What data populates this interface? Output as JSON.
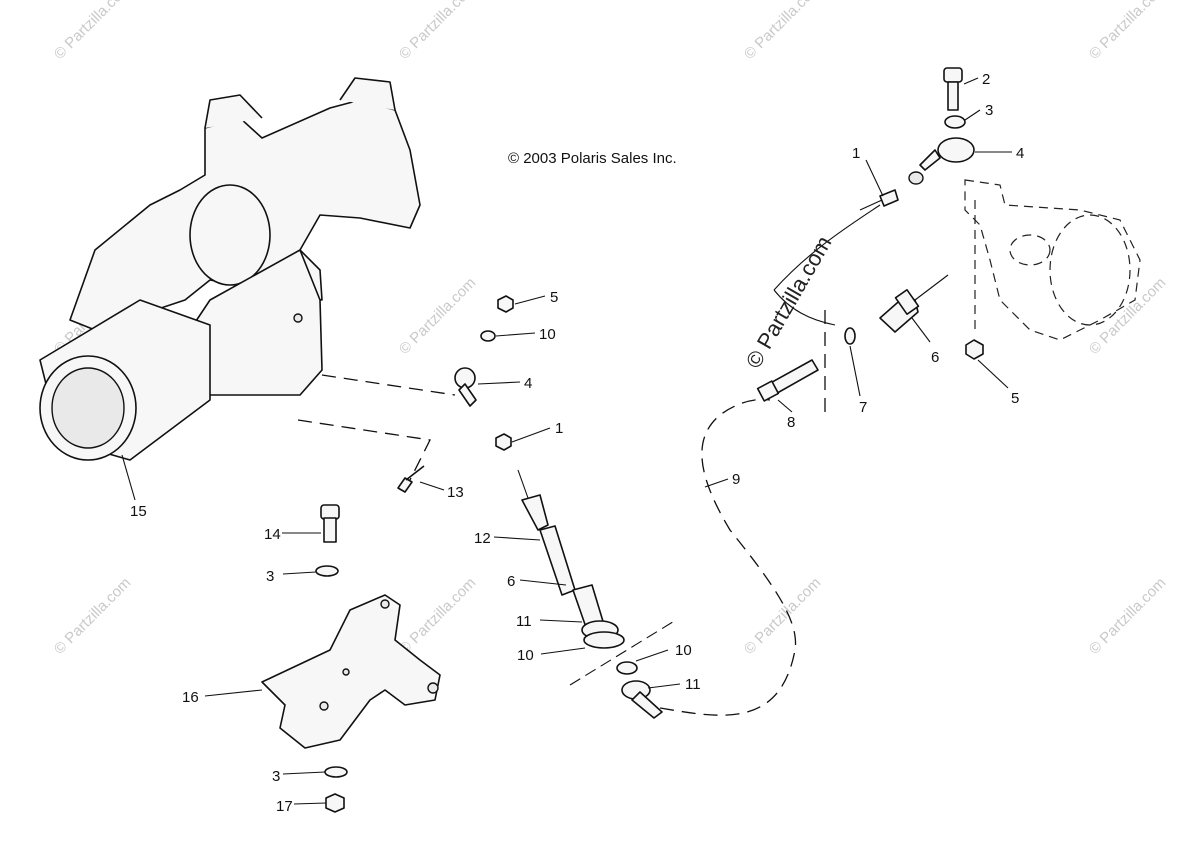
{
  "copyright": "© 2003 Polaris Sales Inc.",
  "watermark": "© Partzilla.com",
  "watermark_color": "#c9c9c9",
  "callouts": {
    "c1a": "1",
    "c1b": "1",
    "c2": "2",
    "c3a": "3",
    "c3b": "3",
    "c3c": "3",
    "c4a": "4",
    "c4b": "4",
    "c5a": "5",
    "c5b": "5",
    "c6a": "6",
    "c6b": "6",
    "c7": "7",
    "c8": "8",
    "c9": "9",
    "c10a": "10",
    "c10b": "10",
    "c10c": "10",
    "c11a": "11",
    "c11b": "11",
    "c12": "12",
    "c13": "13",
    "c14": "14",
    "c15": "15",
    "c16": "16",
    "c17": "17"
  }
}
